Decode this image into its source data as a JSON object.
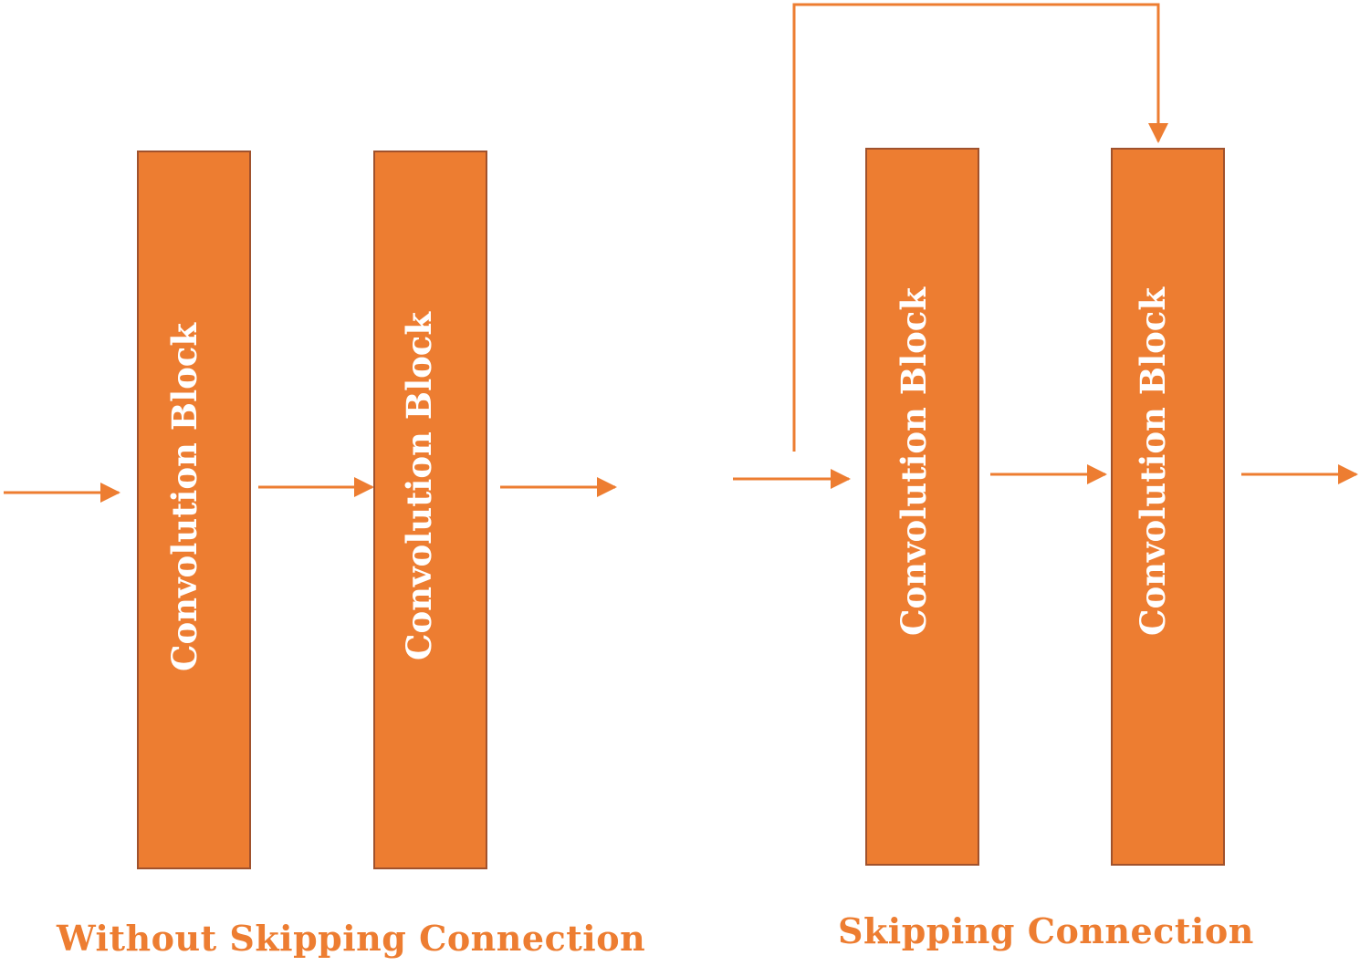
{
  "colors": {
    "block_fill": "#ed7d31",
    "arrow": "#ed7d31",
    "caption": "#ed7d31",
    "label_text": "#ffffff"
  },
  "panels": {
    "without_skip": {
      "caption": "Without Skipping Connection",
      "blocks": [
        {
          "label": "Convolution Block"
        },
        {
          "label": "Convolution Block"
        }
      ]
    },
    "with_skip": {
      "caption": "Skipping Connection",
      "blocks": [
        {
          "label": "Convolution Block"
        },
        {
          "label": "Convolution Block"
        }
      ]
    }
  }
}
